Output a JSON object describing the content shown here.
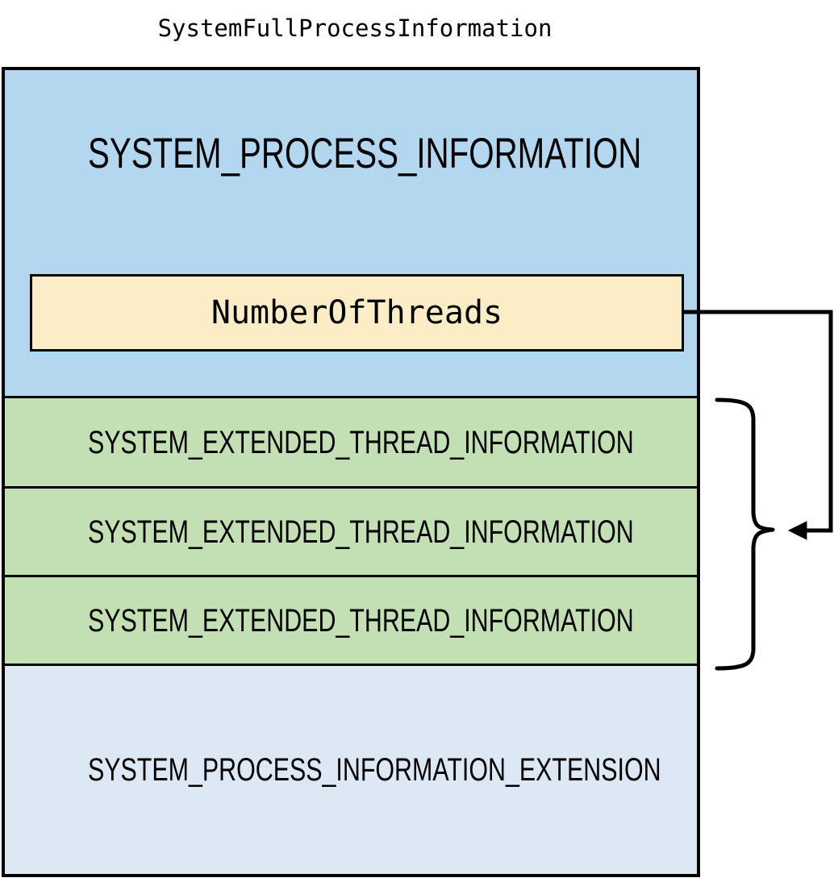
{
  "diagram": {
    "title": "SystemFullProcessInformation",
    "struct": {
      "name": "SYSTEM_PROCESS_INFORMATION",
      "field": {
        "name": "NumberOfThreads"
      },
      "threads": [
        {
          "name": "SYSTEM_EXTENDED_THREAD_INFORMATION"
        },
        {
          "name": "SYSTEM_EXTENDED_THREAD_INFORMATION"
        },
        {
          "name": "SYSTEM_EXTENDED_THREAD_INFORMATION"
        }
      ],
      "extension": {
        "name": "SYSTEM_PROCESS_INFORMATION_EXTENSION"
      }
    },
    "connector": {
      "kind": "arrow-with-brace",
      "from": "NumberOfThreads",
      "to": "thread-array-brace",
      "arrow_direction": "left"
    },
    "colors": {
      "process_fill": "#b4d7f0",
      "field_fill": "#fdedc6",
      "thread_fill": "#c2e0b4",
      "extension_fill": "#dce9f4",
      "stroke": "#000000",
      "background": "#ffffff"
    }
  }
}
